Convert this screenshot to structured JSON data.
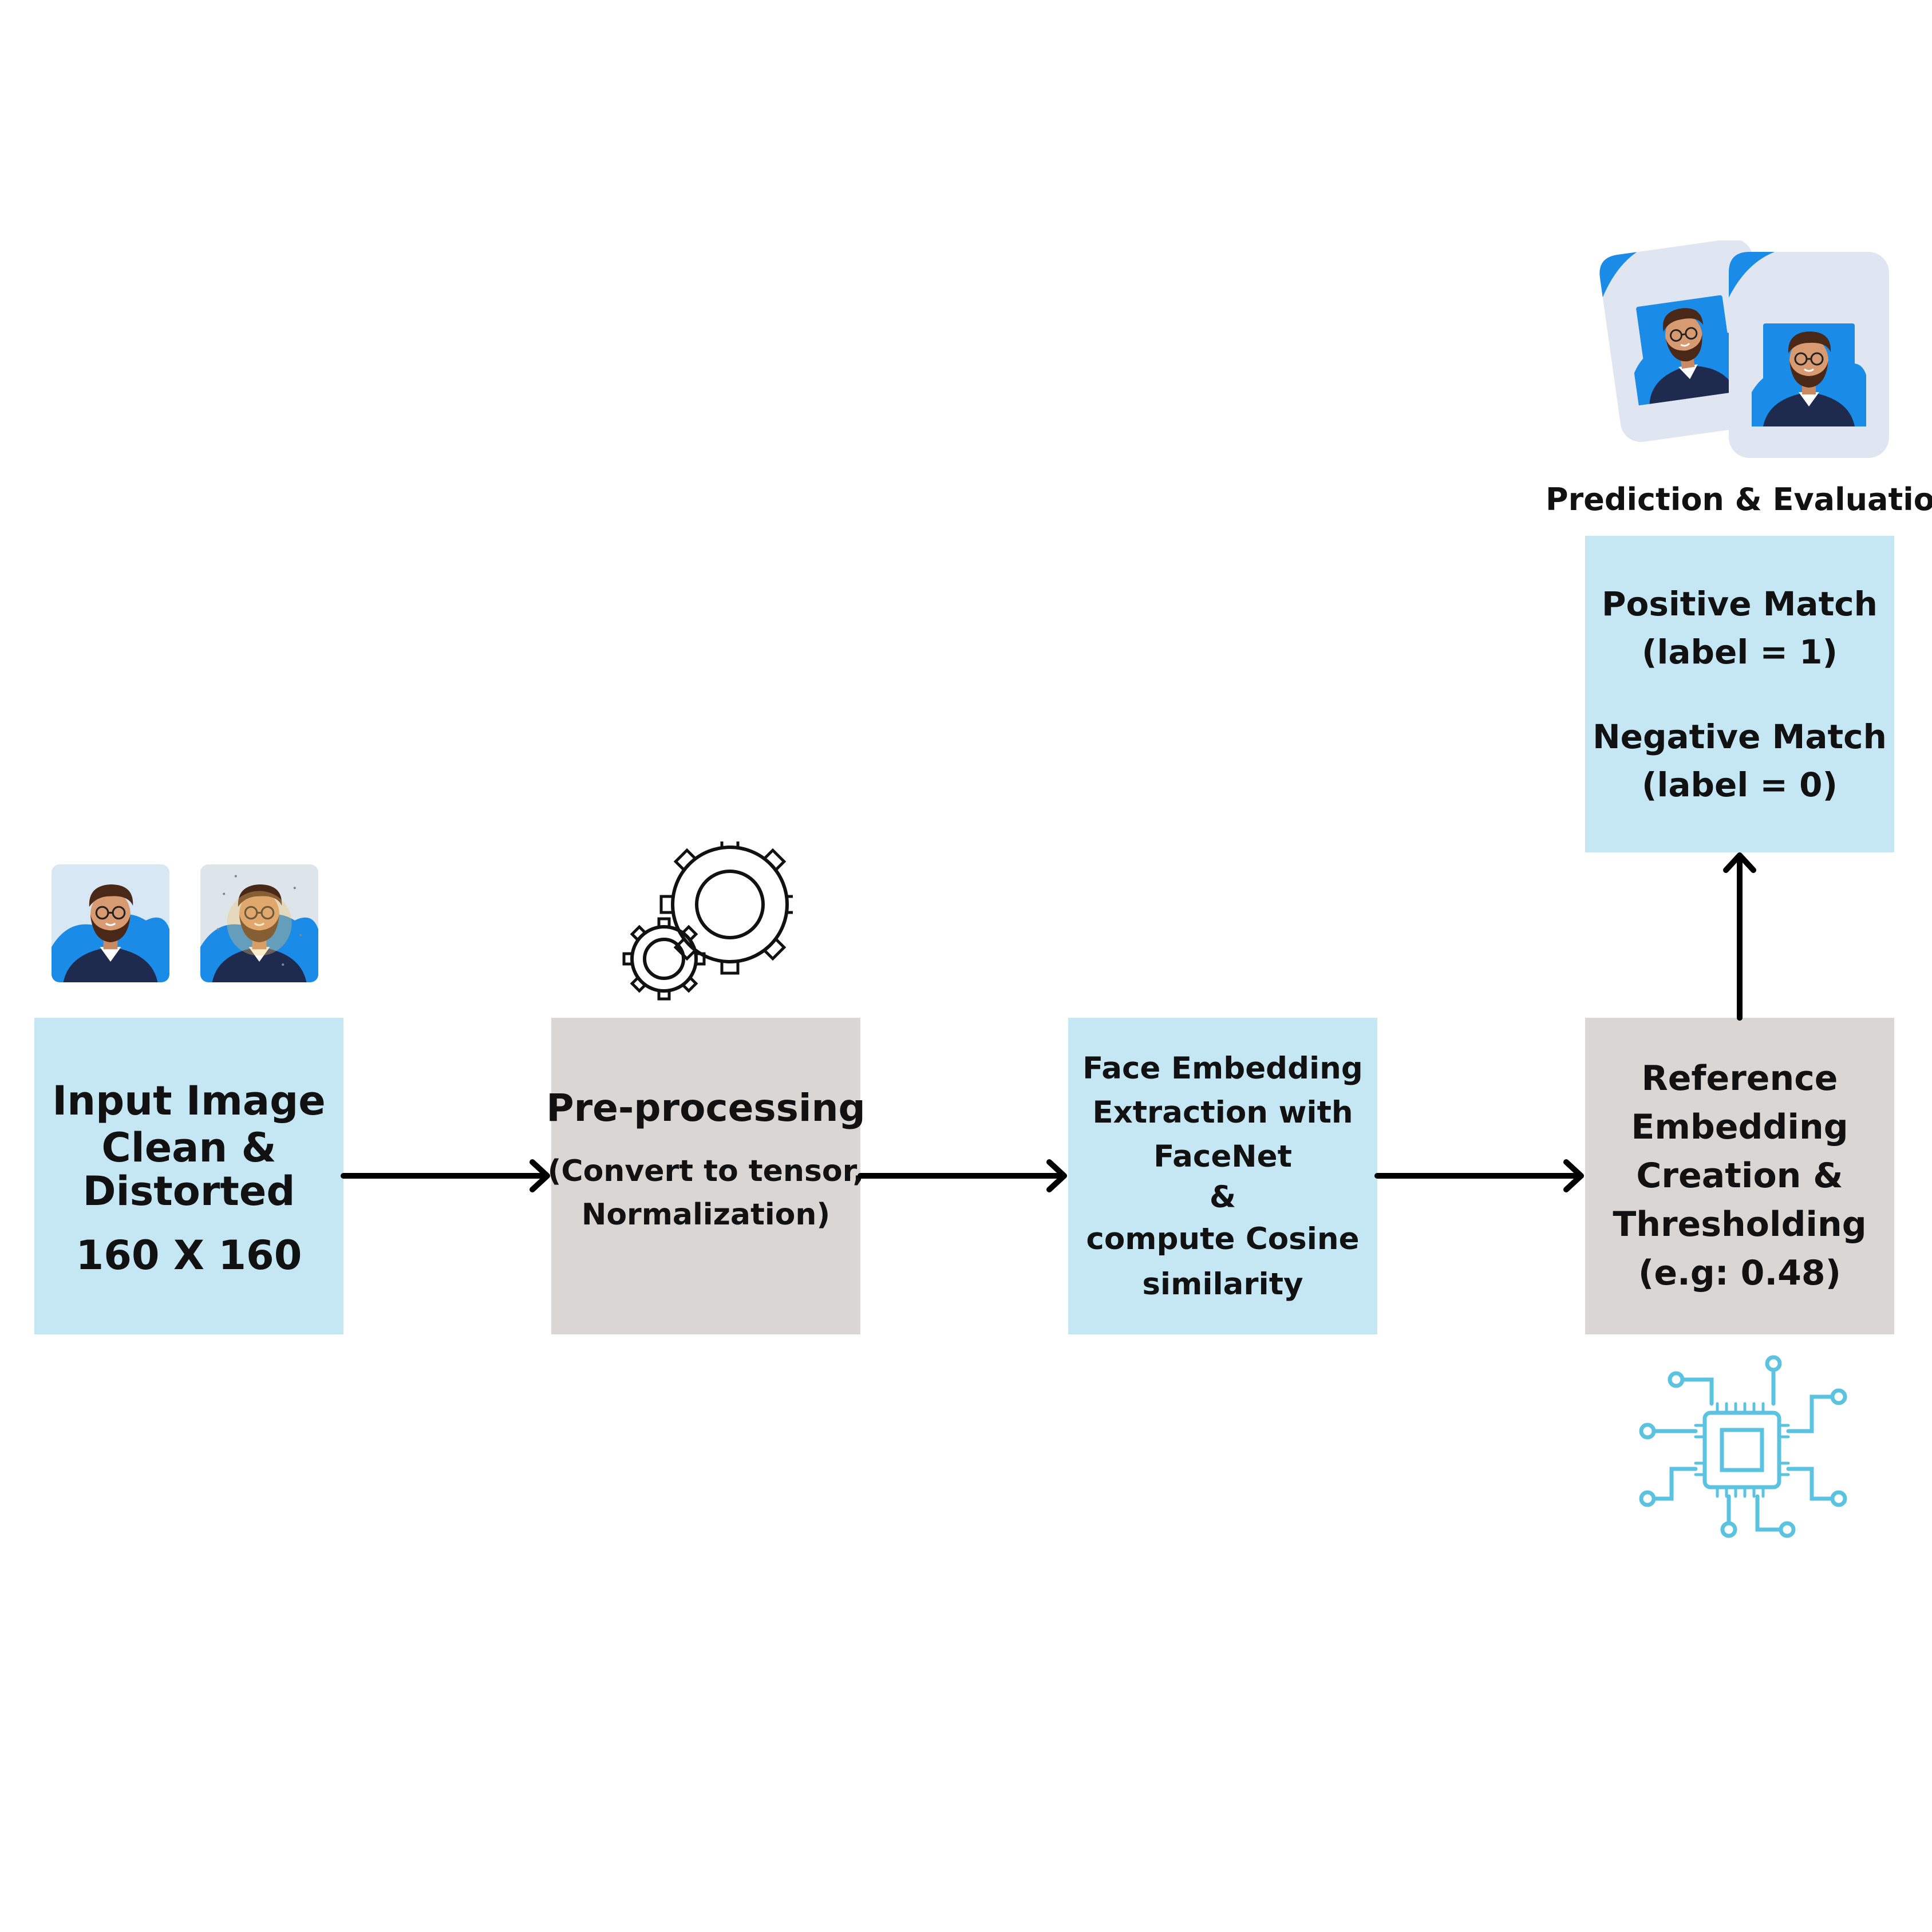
{
  "colors": {
    "box_blue": "#c5e7f3",
    "box_gray": "#d9d6d4",
    "arrow": "#000000",
    "chip": "#5bc3e0",
    "avatar_blue": "#1a8be6",
    "avatar_navy": "#1f2a4f"
  },
  "input_box": {
    "line1": "Input Image",
    "line2": "Clean &",
    "line3": "Distorted",
    "line4": "160 X 160"
  },
  "preprocess_box": {
    "title": "Pre-processing",
    "line1": "(Convert to tensor,",
    "line2": "Normalization)"
  },
  "embedding_box": {
    "line1": "Face Embedding",
    "line2": "Extraction with",
    "line3": "FaceNet",
    "line4": "&",
    "line5": "compute Cosine",
    "line6": "similarity"
  },
  "reference_box": {
    "line1": "Reference",
    "line2": "Embedding",
    "line3": "Creation &",
    "line4": "Thresholding",
    "line5": "(e.g: 0.48)"
  },
  "prediction_caption": "Prediction & Evaluation",
  "prediction_box": {
    "pos_line1": "Positive Match",
    "pos_line2": "(label = 1)",
    "neg_line1": "Negative Match",
    "neg_line2": "(label = 0)"
  },
  "icons": [
    "avatar-clean-icon",
    "avatar-distorted-icon",
    "gears-icon",
    "document-avatar-icon",
    "chip-circuit-icon"
  ]
}
